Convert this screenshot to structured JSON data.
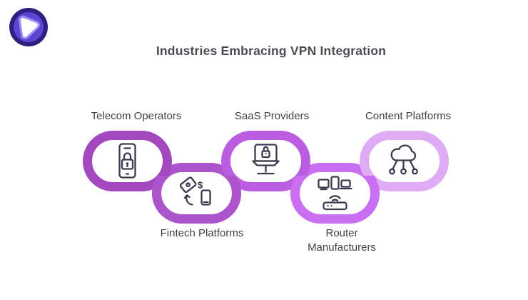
{
  "title": "Industries Embracing VPN Integration",
  "logo": {
    "icon": "vpn-brand-logo-icon",
    "colors": {
      "outer": "#2d2083",
      "mid": "#5b45d2",
      "halo": "#9d8ef2",
      "core": "#ffffff"
    }
  },
  "chain": {
    "icon_stroke": "#3e3a4e",
    "links": [
      {
        "label": "Telecom Operators",
        "icon": "phone-lock-icon",
        "color": "#a348bf",
        "row": "top"
      },
      {
        "label": "Fintech Platforms",
        "icon": "money-transfer-icon",
        "color": "#ad53cb",
        "row": "bottom",
        "symbol": "$"
      },
      {
        "label": "SaaS Providers",
        "icon": "laptop-lock-icon",
        "color": "#bb5de1",
        "row": "top"
      },
      {
        "label": "Router Manufacturers",
        "icon": "router-devices-icon",
        "color": "#cb6ff2",
        "row": "bottom"
      },
      {
        "label": "Content Platforms",
        "icon": "cloud-network-icon",
        "color": "#dfabf4",
        "row": "top"
      }
    ]
  },
  "text_colors": {
    "title": "#4b4b54",
    "label": "#404049"
  }
}
